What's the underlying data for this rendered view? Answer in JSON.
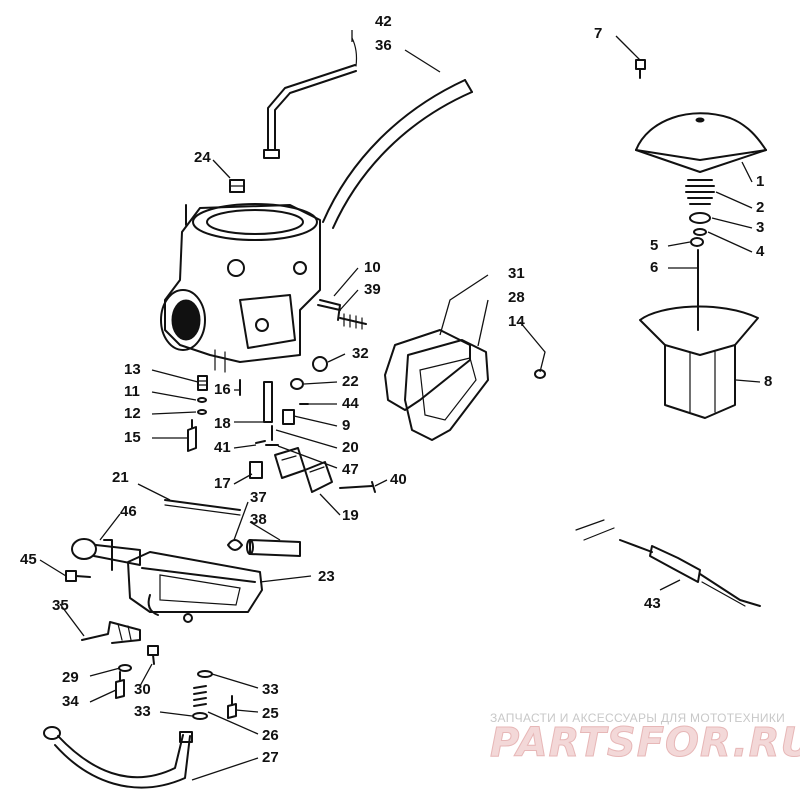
{
  "callouts": [
    {
      "label": "42"
    },
    {
      "label": "36"
    },
    {
      "label": "24"
    },
    {
      "label": "10"
    },
    {
      "label": "39"
    },
    {
      "label": "31"
    },
    {
      "label": "28"
    },
    {
      "label": "14"
    },
    {
      "label": "13"
    },
    {
      "label": "11"
    },
    {
      "label": "12"
    },
    {
      "label": "15"
    },
    {
      "label": "16"
    },
    {
      "label": "18"
    },
    {
      "label": "41"
    },
    {
      "label": "17"
    },
    {
      "label": "22"
    },
    {
      "label": "44"
    },
    {
      "label": "9"
    },
    {
      "label": "20"
    },
    {
      "label": "47"
    },
    {
      "label": "32"
    },
    {
      "label": "40"
    },
    {
      "label": "19"
    },
    {
      "label": "21"
    },
    {
      "label": "37"
    },
    {
      "label": "38"
    },
    {
      "label": "46"
    },
    {
      "label": "45"
    },
    {
      "label": "23"
    },
    {
      "label": "35"
    },
    {
      "label": "29"
    },
    {
      "label": "30"
    },
    {
      "label": "34"
    },
    {
      "label": "33"
    },
    {
      "label": "33"
    },
    {
      "label": "25"
    },
    {
      "label": "26"
    },
    {
      "label": "27"
    },
    {
      "label": "7"
    },
    {
      "label": "1"
    },
    {
      "label": "2"
    },
    {
      "label": "3"
    },
    {
      "label": "4"
    },
    {
      "label": "5"
    },
    {
      "label": "6"
    },
    {
      "label": "8"
    },
    {
      "label": "43"
    }
  ],
  "watermark": {
    "tagline": "ЗАПЧАСТИ И АКСЕССУАРЫ ДЛЯ МОТОТЕХНИКИ",
    "brand": "PARTSFOR.RU"
  }
}
